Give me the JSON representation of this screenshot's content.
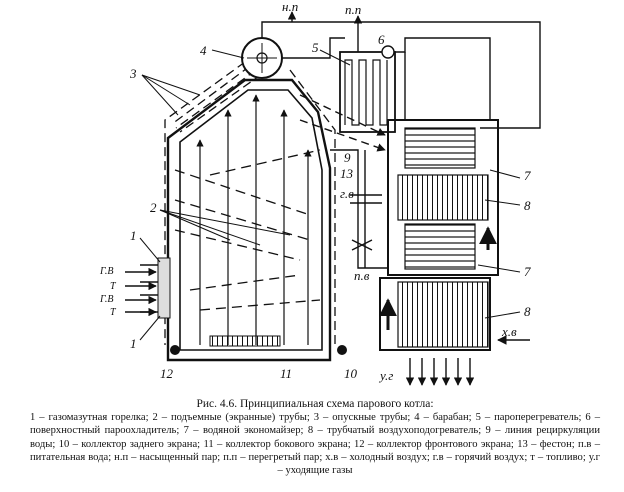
{
  "diagram": {
    "labels": {
      "np": "н.п",
      "pp": "п.п",
      "gv_out": "г.в",
      "pv": "п.в",
      "gv_in1": "Г.В",
      "t1": "Т",
      "gv_in2": "Г.В",
      "t2": "Т",
      "xv": "х.в",
      "ug": "у.г",
      "n1a": "1",
      "n1b": "1",
      "n2": "2",
      "n3": "3",
      "n4": "4",
      "n5": "5",
      "n6": "6",
      "n7a": "7",
      "n7b": "7",
      "n8a": "8",
      "n8b": "8",
      "n9": "9",
      "n10": "10",
      "n11": "11",
      "n12": "12",
      "n13": "13"
    }
  },
  "caption": {
    "title": "Рис. 4.6. Принципиальная схема парового котла:",
    "body": "1 – газомазутная горелка; 2 – подъемные (экранные) трубы; 3 – опускные трубы; 4 – барабан; 5 – пароперегреватель; 6 – поверхностный пароохладитель; 7 – водяной экономайзер; 8 – трубчатый воздухоподогреватель; 9 – линия рециркуляции воды; 10 – коллектор заднего экрана; 11 – коллектор бокового экрана; 12 – коллектор фронтового экрана; 13 – фестон; п.в – питательная вода; н.п – насыщенный пар; п.п – перегретый пар; х.в – холодный воздух; г.в – горячий воздух; т – топливо; у.г – уходящие газы"
  }
}
